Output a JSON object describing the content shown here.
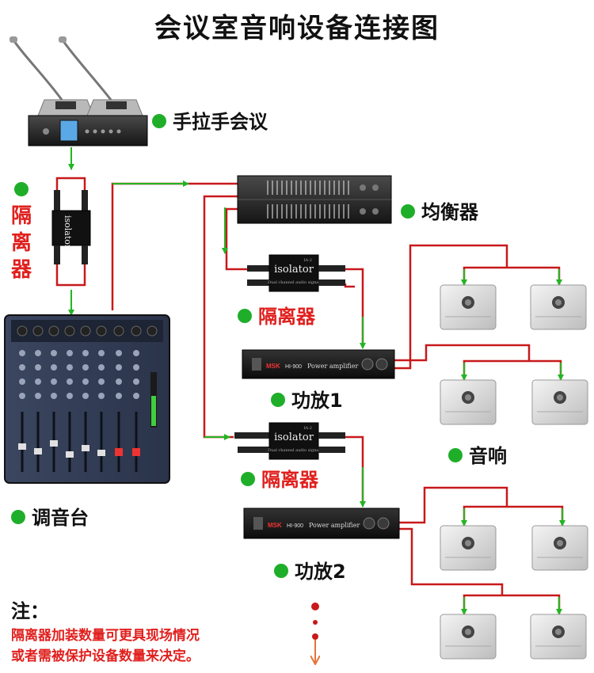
{
  "title": "会议室音响设备连接图",
  "labels": {
    "conference": "手拉手会议",
    "isolator_left": "隔离器",
    "equalizer": "均衡器",
    "isolator_1": "隔离器",
    "amp1": "功放1",
    "speakers": "音响",
    "isolator_2": "隔离器",
    "amp2": "功放2",
    "mixer": "调音台"
  },
  "device_text": {
    "isolator_brand": "isolator",
    "isolator_sub": "Dual channel audio signal",
    "isolator_model": "IA-2",
    "amp_brand": "MSK",
    "amp_model": "HI-900",
    "amp_name": "Power amplifier"
  },
  "note": {
    "heading": "注：",
    "line1": "隔离器加装数量可更具现场情况",
    "line2": "或者需被保护设备数量来决定。"
  },
  "colors": {
    "wire": "#c8191b",
    "arrow": "#22b522",
    "dot": "#1fae2a",
    "label_red": "#e0201e"
  }
}
